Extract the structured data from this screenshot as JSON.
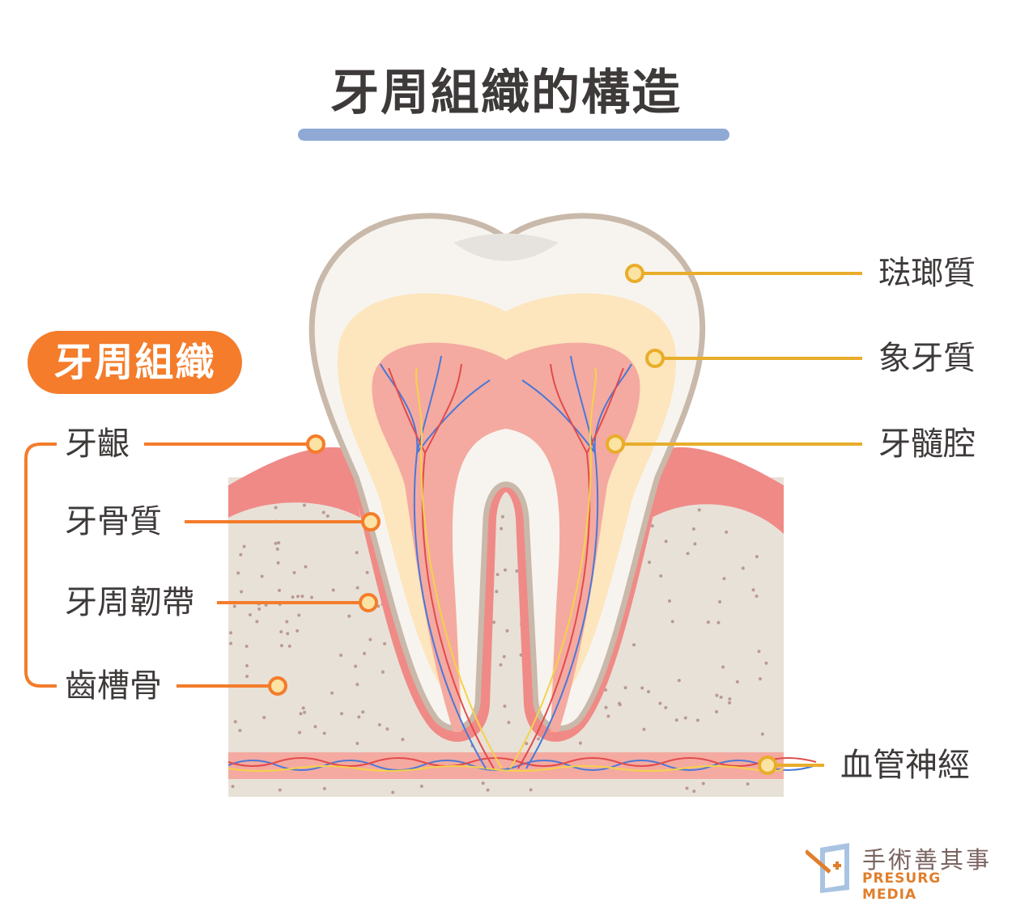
{
  "title": "牙周組織的構造",
  "group_label": "牙周組織",
  "left_labels": [
    "牙齦",
    "牙骨質",
    "牙周韌帶",
    "齒槽骨"
  ],
  "right_labels": [
    "琺瑯質",
    "象牙質",
    "牙髓腔",
    "血管神經"
  ],
  "logo": {
    "name_cn": "手術善其事",
    "name_en": "PRESURG MEDIA"
  },
  "colors": {
    "accent_orange": "#f47c2b",
    "leader_yellow": "#e8ad2a",
    "title_bar": "#8fa9d4",
    "gum": "#f08a87",
    "bone": "#e8e1d7"
  }
}
